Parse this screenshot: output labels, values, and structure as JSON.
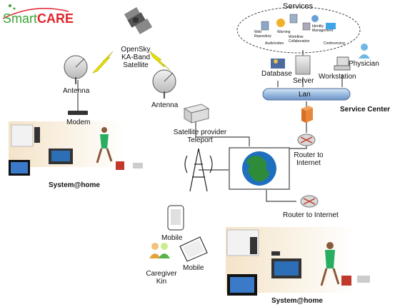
{
  "logo": {
    "text_a": "Smart",
    "text_b": "CARE"
  },
  "services": {
    "title": "Services",
    "items": [
      "Web Repository",
      "Warning",
      "Identity Management",
      "Workflow Collaboration",
      "Audio/video",
      "Conferencing"
    ]
  },
  "satellite": {
    "label": "OpenSky\nKA-Band\nSatellite"
  },
  "antenna_left": {
    "label": "Antenna"
  },
  "antenna_right": {
    "label": "Antenna"
  },
  "modem": {
    "label": "Modem"
  },
  "teleport": {
    "label": "Satellite provider\nTeleport"
  },
  "service_center": {
    "title": "Service Center",
    "physician": "Physician",
    "database": "Database",
    "server": "Server",
    "workstation": "Workstation",
    "lan": "Lan"
  },
  "router_top": {
    "label": "Router to\nInternet"
  },
  "router_bottom": {
    "label": "Router to Internet"
  },
  "system_home_left": {
    "label": "System@home"
  },
  "system_home_right": {
    "label": "System@home"
  },
  "mobile_phone": {
    "label": "Mobile"
  },
  "mobile_laptop": {
    "label": "Mobile"
  },
  "caregiver": {
    "label": "Caregiver\nKin"
  },
  "colors": {
    "logo_red": "#e0242b",
    "logo_green": "#3aa335",
    "lan_blue": "#9bbbe0",
    "globe_blue": "#1f6fbf",
    "globe_green": "#2e8b3a",
    "firewall_orange": "#e8863a"
  }
}
